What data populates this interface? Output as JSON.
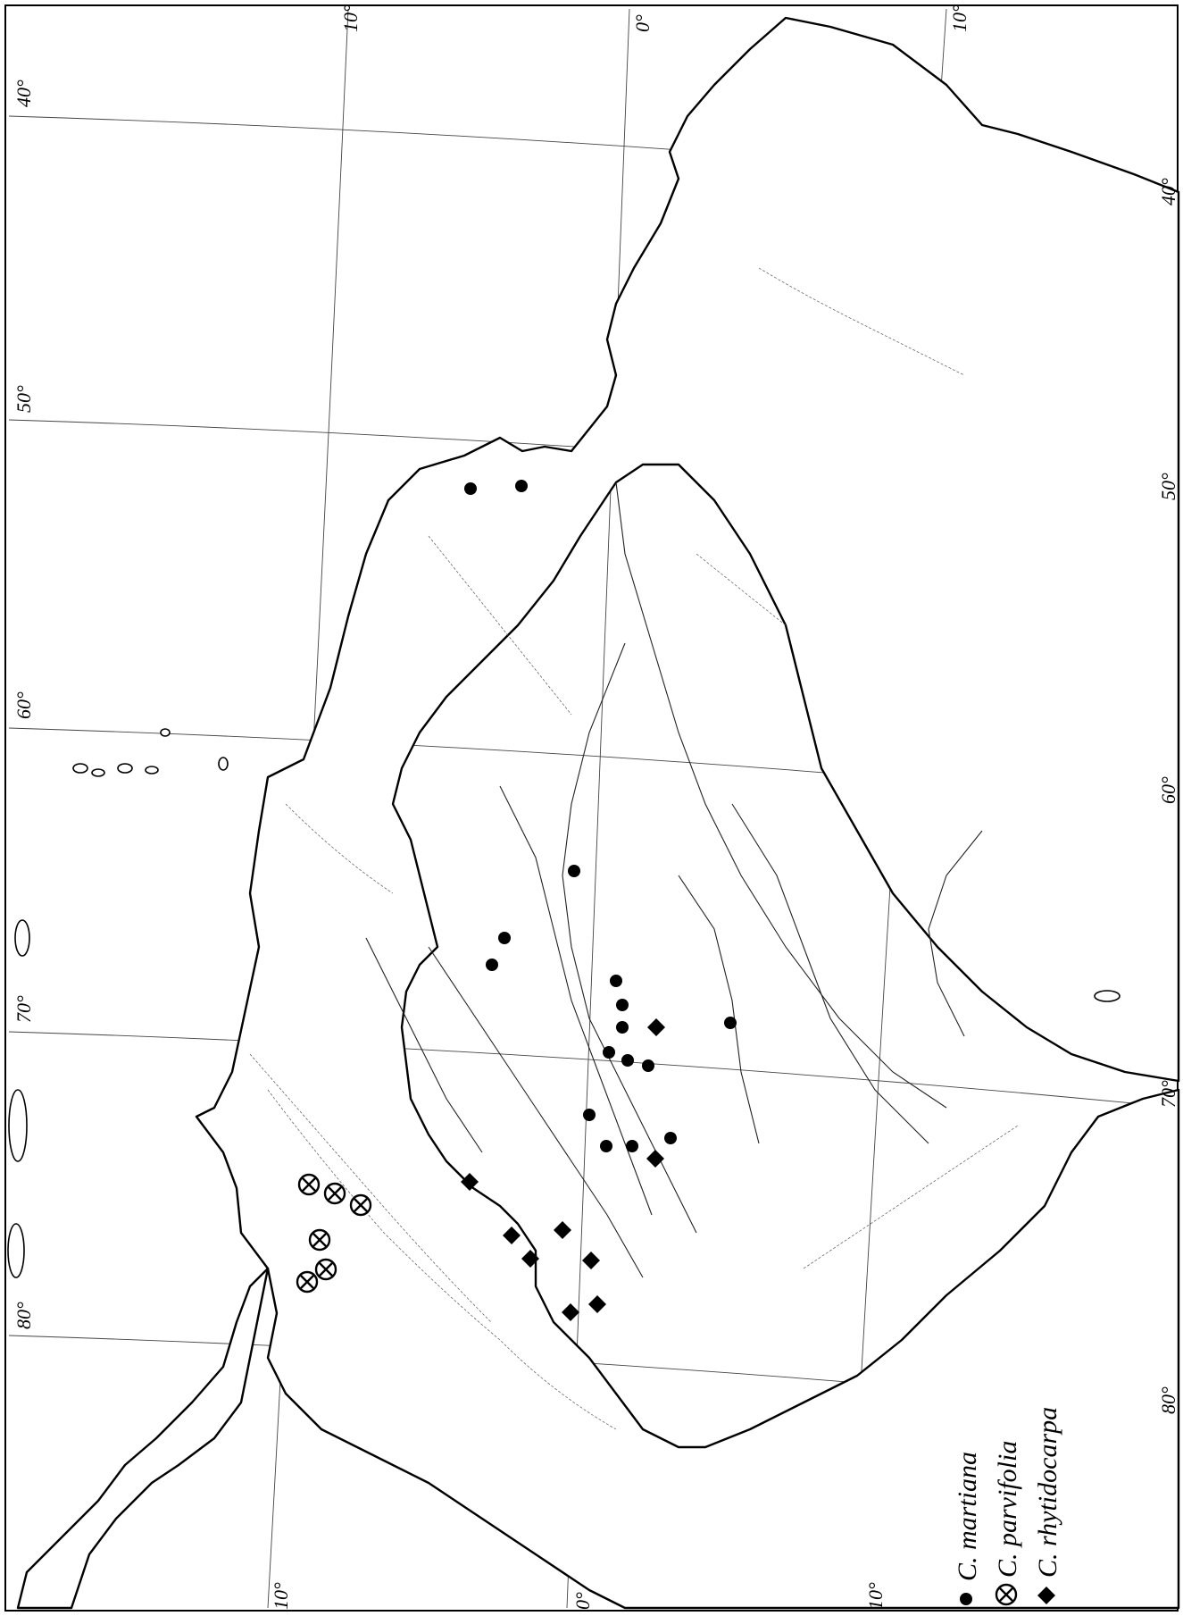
{
  "graticule_labels": {
    "left": [
      "40°",
      "50°",
      "60°",
      "70°",
      "80°"
    ],
    "top": [
      "10°",
      "0°",
      "10°"
    ],
    "right": [
      "40°",
      "50°",
      "60°",
      "70°",
      "80°"
    ],
    "bottom": [
      "10°",
      "0°",
      "10°"
    ]
  },
  "legend": [
    {
      "symbol": "filled-circle",
      "label": "C. martiana"
    },
    {
      "symbol": "circle-cross",
      "label": "C. parvifolia"
    },
    {
      "symbol": "filled-diamond",
      "label": "C. rhytidocarpa"
    }
  ],
  "markers": {
    "C. martiana": [
      [
        527,
        547
      ],
      [
        584,
        544
      ],
      [
        565,
        1050
      ],
      [
        643,
        975
      ],
      [
        551,
        1080
      ],
      [
        690,
        1098
      ],
      [
        697,
        1125
      ],
      [
        697,
        1150
      ],
      [
        682,
        1178
      ],
      [
        703,
        1187
      ],
      [
        726,
        1193
      ],
      [
        660,
        1248
      ],
      [
        679,
        1283
      ],
      [
        708,
        1283
      ],
      [
        751,
        1274
      ],
      [
        818,
        1145
      ]
    ],
    "C. parvifolia": [
      [
        346,
        1326
      ],
      [
        375,
        1336
      ],
      [
        404,
        1349
      ],
      [
        358,
        1388
      ],
      [
        365,
        1421
      ],
      [
        344,
        1435
      ]
    ],
    "C. rhytidocarpa": [
      [
        735,
        1150
      ],
      [
        526,
        1323
      ],
      [
        573,
        1383
      ],
      [
        630,
        1377
      ],
      [
        594,
        1409
      ],
      [
        662,
        1411
      ],
      [
        669,
        1460
      ],
      [
        639,
        1469
      ],
      [
        734,
        1297
      ]
    ]
  },
  "colors": {
    "ink": "#000000",
    "paper": "#ffffff"
  }
}
